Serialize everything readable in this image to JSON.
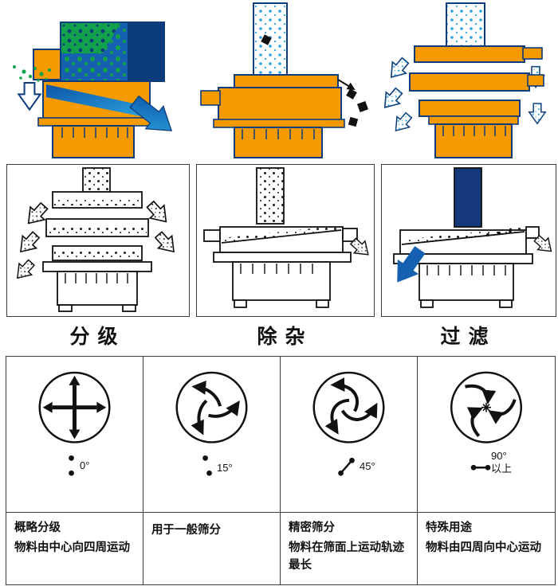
{
  "colors": {
    "orange": "#f59a00",
    "blue": "#1560b0",
    "cyan": "#2ba3de",
    "green": "#12a14c",
    "navy": "#0d3c7c",
    "ink": "#111111"
  },
  "processes": [
    {
      "label": "分级"
    },
    {
      "label": "除杂"
    },
    {
      "label": "过滤"
    }
  ],
  "motion_table": {
    "columns": [
      {
        "angle": "0°",
        "angle_suffix": "",
        "title": "概略分级",
        "desc": "物料由中心向四周运动"
      },
      {
        "angle": "15°",
        "angle_suffix": "",
        "title": "",
        "desc": "用于一般筛分"
      },
      {
        "angle": "45°",
        "angle_suffix": "",
        "title": "精密筛分",
        "desc": "物料在筛面上运动轨迹最长"
      },
      {
        "angle": "90°",
        "angle_suffix": "以上",
        "title": "特殊用途",
        "desc": "物料由四周向中心运动"
      }
    ]
  }
}
